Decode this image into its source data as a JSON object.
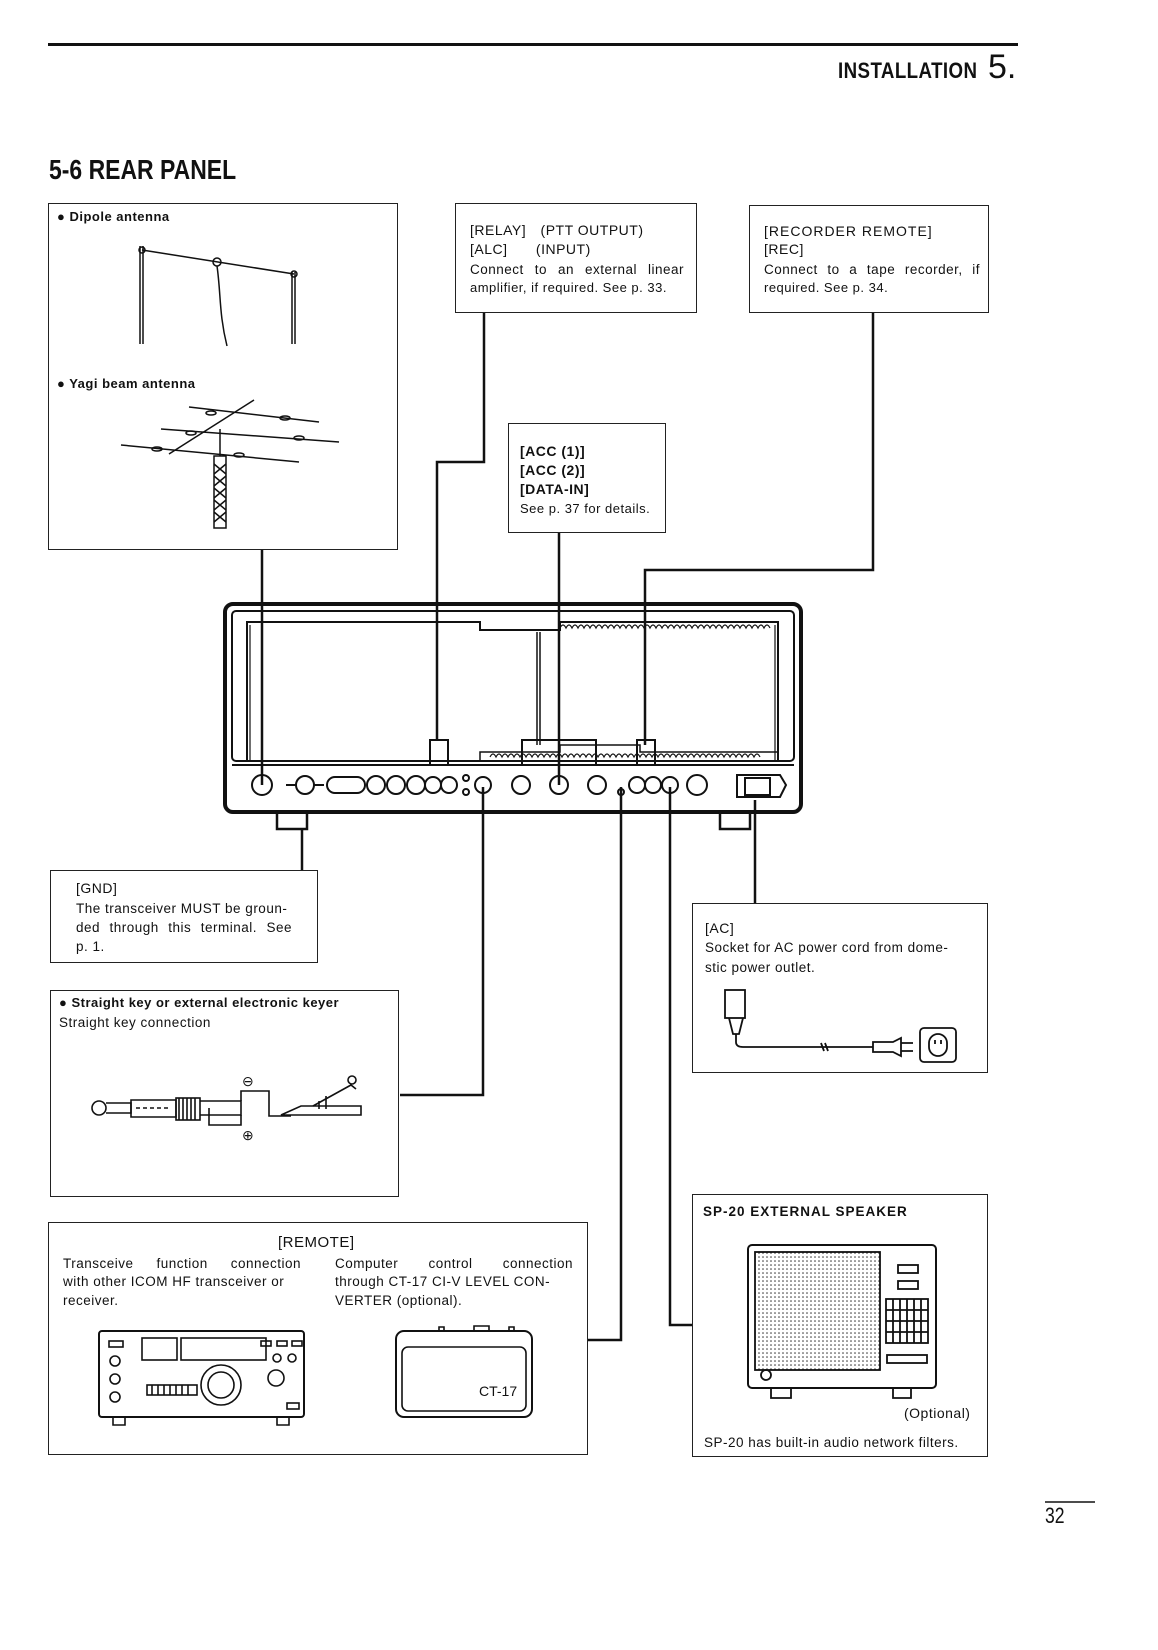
{
  "header": {
    "section": "INSTALLATION",
    "number": "5."
  },
  "title": "5-6 REAR PANEL",
  "antenna_box": {
    "dipole": "● Dipole antenna",
    "yagi": "● Yagi beam antenna"
  },
  "relay_box": {
    "line1_a": "[RELAY]",
    "line1_b": "(PTT OUTPUT)",
    "line2_a": "[ALC]",
    "line2_b": "(INPUT)",
    "line3": "Connect to an external linear",
    "line4": "amplifier, if required.  See p. 33."
  },
  "recorder_box": {
    "line1": "[RECORDER REMOTE]",
    "line2": "[REC]",
    "line3": "Connect to a tape recorder, if",
    "line4": "required.  See p. 34."
  },
  "acc_box": {
    "line1": "[ACC (1)]",
    "line2": "[ACC (2)]",
    "line3": "[DATA-IN]",
    "line4": "See p. 37 for details."
  },
  "gnd_box": {
    "line1": "[GND]",
    "line2": "The transceiver MUST be groun-",
    "line3": "ded through this terminal.  See",
    "line4": "p. 1."
  },
  "ac_box": {
    "line1": "[AC]",
    "line2": "Socket for AC power cord from dome-",
    "line3": "stic power outlet."
  },
  "key_box": {
    "line1": "● Straight key or external electronic keyer",
    "line2": "Straight key connection",
    "minus": "⊖",
    "plus": "⊕"
  },
  "remote_box": {
    "title": "[REMOTE]",
    "left1": "Transceive function connection",
    "left2": "with other ICOM HF transceiver or",
    "left3": "receiver.",
    "right1": "Computer control connection",
    "right2": "through CT-17 CI-V LEVEL CON-",
    "right3": "VERTER (optional).",
    "ct17": "CT-17"
  },
  "speaker_box": {
    "title": "SP-20 EXTERNAL SPEAKER",
    "optional": "(Optional)",
    "note": "SP-20 has built-in audio network filters."
  },
  "page_number": "32"
}
